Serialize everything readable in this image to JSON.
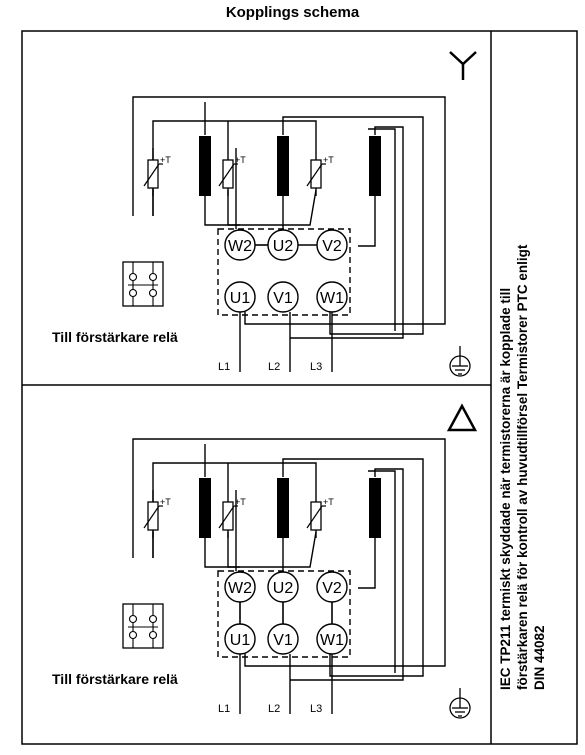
{
  "title": "Kopplings schema",
  "panels": [
    {
      "id": "star",
      "connection_symbol": "Y",
      "relay_label": "Till förstärkare relä",
      "terminals_top": [
        "W2",
        "U2",
        "V2"
      ],
      "terminals_bottom": [
        "U1",
        "V1",
        "W1"
      ],
      "line_labels": [
        "L1",
        "L2",
        "L3"
      ],
      "thermistor_label": "+T",
      "ground_symbol": "protective-earth"
    },
    {
      "id": "delta",
      "connection_symbol": "Δ",
      "relay_label": "Till förstärkare relä",
      "terminals_top": [
        "W2",
        "U2",
        "V2"
      ],
      "terminals_bottom": [
        "U1",
        "V1",
        "W1"
      ],
      "line_labels": [
        "L1",
        "L2",
        "L3"
      ],
      "thermistor_label": "+T",
      "ground_symbol": "protective-earth"
    }
  ],
  "side_text": [
    "IEC TP211 termiskt skyddade när termistorerna är kopplade till",
    "förstärkaren relä för kontroll av  huvudtillförsel Termistorer PTC enligt",
    "DIN 44082"
  ]
}
